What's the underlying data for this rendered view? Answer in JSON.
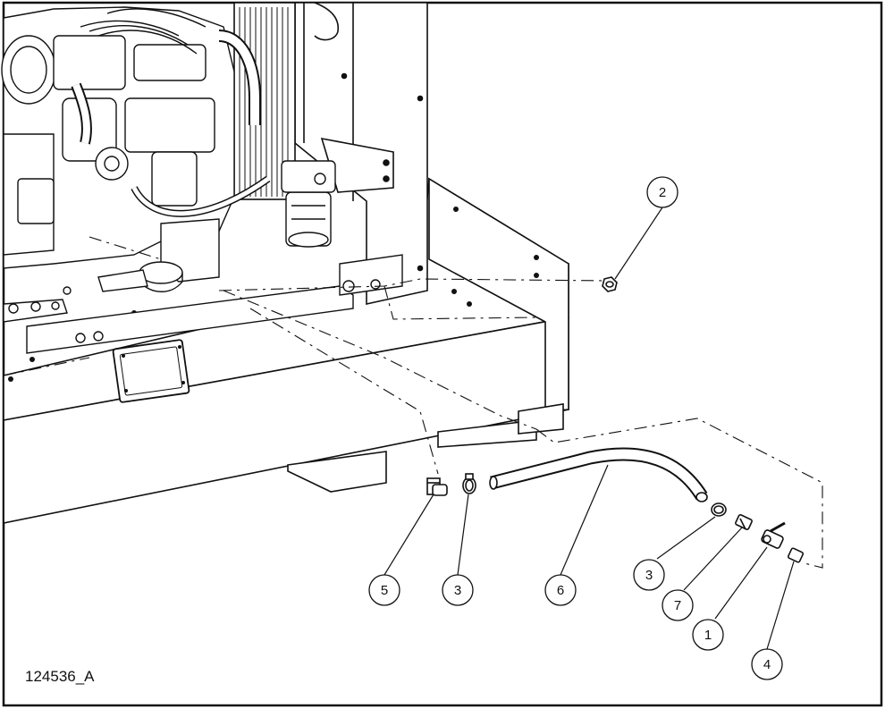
{
  "drawing_id": "124536_A",
  "callouts": [
    {
      "id": "callout-1",
      "label": "1"
    },
    {
      "id": "callout-2",
      "label": "2"
    },
    {
      "id": "callout-3a",
      "label": "3"
    },
    {
      "id": "callout-3b",
      "label": "3"
    },
    {
      "id": "callout-4",
      "label": "4"
    },
    {
      "id": "callout-5",
      "label": "5"
    },
    {
      "id": "callout-6",
      "label": "6"
    },
    {
      "id": "callout-7",
      "label": "7"
    }
  ]
}
